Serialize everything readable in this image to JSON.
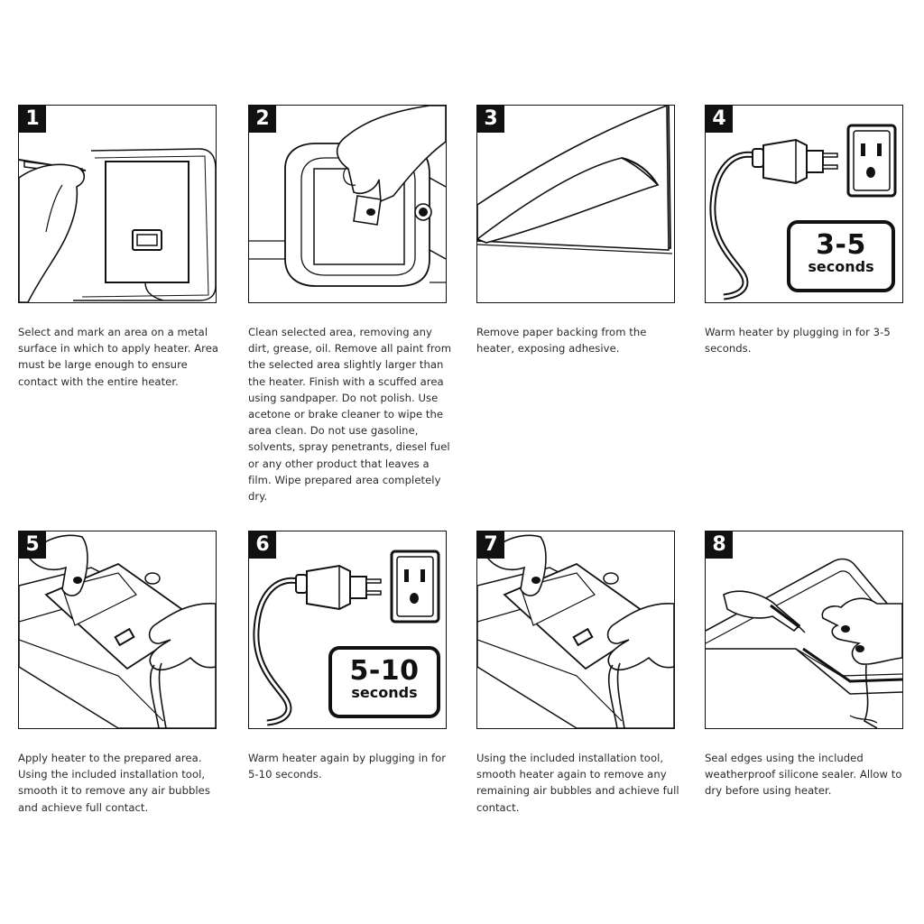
{
  "steps": [
    {
      "number": "1",
      "text": "Select and mark an area on a metal surface in which to apply heater. Area must be large enough to ensure contact with the entire heater."
    },
    {
      "number": "2",
      "text": "Clean selected area, removing any dirt, grease, oil. Remove all paint from the selected area slightly larger than the heater. Finish with a scuffed area using sandpaper. Do not polish. Use acetone or brake cleaner to wipe the area clean. Do not use gasoline, solvents, spray penetrants, diesel fuel or any other product that leaves a film. Wipe prepared area completely dry."
    },
    {
      "number": "3",
      "text": "Remove paper backing from the heater, exposing adhesive."
    },
    {
      "number": "4",
      "text": "Warm heater by plugging in for 3-5 seconds.",
      "badge_value": "3-5",
      "badge_unit": "seconds"
    },
    {
      "number": "5",
      "text": "Apply heater to the prepared area. Using the included installation tool, smooth it to remove any air bubbles and achieve full contact."
    },
    {
      "number": "6",
      "text": "Warm heater again by plugging in for 5-10 seconds.",
      "badge_value": "5-10",
      "badge_unit": "seconds"
    },
    {
      "number": "7",
      "text": "Using the included installation tool, smooth heater again to remove any remaining air bubbles and achieve full contact."
    },
    {
      "number": "8",
      "text": "Seal edges using the included weatherproof silicone sealer. Allow to dry before using heater."
    }
  ]
}
